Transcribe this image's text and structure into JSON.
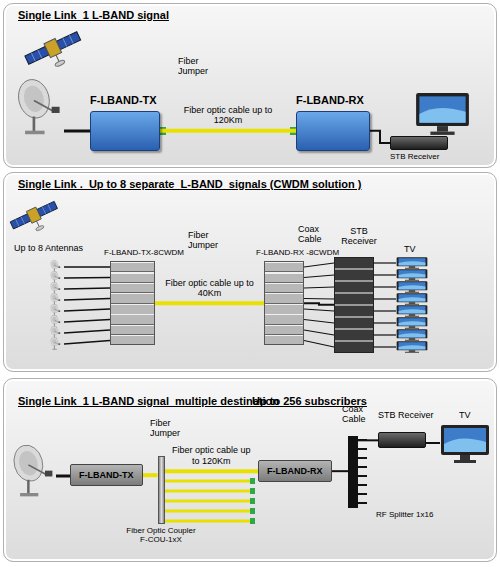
{
  "diagram": {
    "nodes": [
      {
        "text": [
          "Single Link  1 L-BAND signal"
        ]
      },
      {
        "text": [
          "F-LBAND-TX"
        ],
        "in": 0
      },
      {
        "text": [
          "F-LBAND-RX"
        ],
        "in": 0
      },
      {
        "text": [
          "STB Receiver"
        ],
        "in": 0
      },
      {
        "text": [
          "Single Link .  Up to 8 separate  L-BAND  signals (CWDM solution )"
        ]
      },
      {
        "text": [
          "F-LBAND-TX-8CWDM"
        ],
        "in": 4
      },
      {
        "text": [
          "F-LBAND-RX -8CWDM"
        ],
        "in": 4
      },
      {
        "text": [
          "STB Receiver"
        ],
        "in": 4
      },
      {
        "text": [
          "Single Link  1 L-BAND signal  multiple destination"
        ]
      },
      {
        "text": [
          "F-LBAND-TX"
        ],
        "in": 8
      },
      {
        "text": [
          "Fiber Optic Coupler F-COU-1xX"
        ],
        "in": 8
      },
      {
        "text": [
          "F-LBAND-RX"
        ],
        "in": 8
      },
      {
        "text": [
          "RF Splitter 1x16"
        ],
        "in": 8
      },
      {
        "text": [
          "STB Receiver"
        ],
        "in": 8
      }
    ],
    "edges": [
      {
        "from": 1,
        "to": 2,
        "label": "Fiber optic cable up to 120Km",
        "arrow": "none"
      },
      {
        "from": 2,
        "to": 3,
        "arrow": "none"
      },
      {
        "from": 5,
        "to": 6,
        "label": "Fiber optic cable up to 40Km",
        "arrow": "none"
      },
      {
        "from": 6,
        "to": 7,
        "arrow": "none"
      },
      {
        "from": 9,
        "to": 10,
        "arrow": "none"
      },
      {
        "from": 10,
        "to": 11,
        "label": "Fiber optic cable up to 120Km",
        "arrow": "none"
      },
      {
        "from": 11,
        "to": 12,
        "arrow": "none"
      },
      {
        "from": 12,
        "to": 13,
        "arrow": "none"
      }
    ],
    "labels": [
      "Fiber Jumper",
      "Up to 8 Antennas",
      "Fiber Jumper",
      "Coax Cable",
      "TV",
      "Up to 256 subscribers",
      "Fiber Jumper",
      "Coax Cable",
      "TV"
    ]
  }
}
